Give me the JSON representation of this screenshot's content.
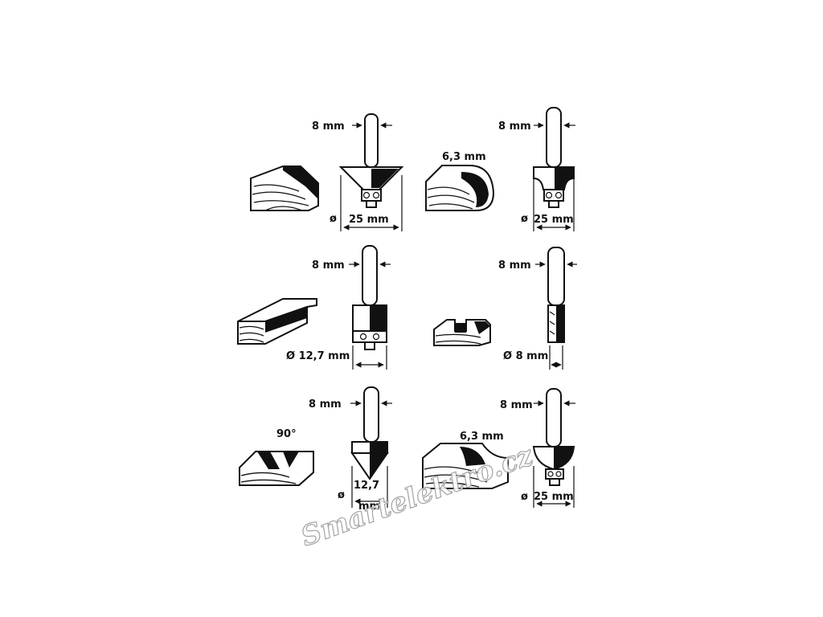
{
  "bits": [
    {
      "id": "chamfer",
      "shank": "8 mm",
      "dia_symbol": "ø",
      "dia": "25 mm"
    },
    {
      "id": "roundover",
      "shank": "8 mm",
      "radius": "6,3 mm",
      "dia_symbol": "ø",
      "dia": "25 mm"
    },
    {
      "id": "flush-trim",
      "shank": "8 mm",
      "dia": "Ø 12,7 mm"
    },
    {
      "id": "straight",
      "shank": "8 mm",
      "dia": "Ø 8 mm"
    },
    {
      "id": "v-groove",
      "shank": "8 mm",
      "angle": "90°",
      "dia_symbol": "ø",
      "dia_line1": "12,7",
      "dia_line2": "mm"
    },
    {
      "id": "cove",
      "shank": "8 mm",
      "radius": "6,3 mm",
      "dia_symbol": "ø",
      "dia": "25 mm"
    }
  ],
  "watermark": "Smartelektro.cz"
}
